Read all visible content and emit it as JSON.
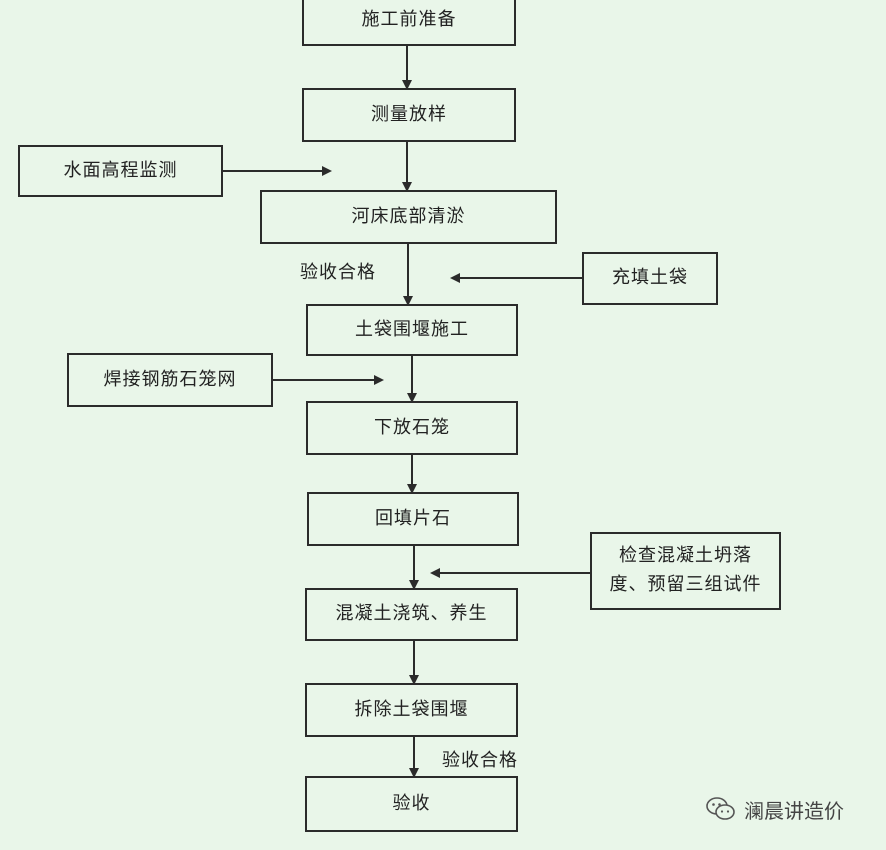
{
  "main_steps": [
    "施工前准备",
    "测量放样",
    "河床底部清淤",
    "土袋围堰施工",
    "下放石笼",
    "回填片石",
    "混凝土浇筑、养生",
    "拆除土袋围堰",
    "验收"
  ],
  "side_inputs": {
    "water_level": "水面高程监测",
    "fill_bags": "充填土袋",
    "weld_cage": "焊接钢筋石笼网",
    "slump_check_line1": "检查混凝土坍落",
    "slump_check_line2": "度、预留三组试件"
  },
  "labels": {
    "accept_1": "验收合格",
    "accept_2": "验收合格"
  },
  "watermark": {
    "text": "澜晨讲造价",
    "icon": "wechat-icon"
  },
  "colors": {
    "background": "#e9f6e9",
    "line": "#2b2b2b"
  }
}
